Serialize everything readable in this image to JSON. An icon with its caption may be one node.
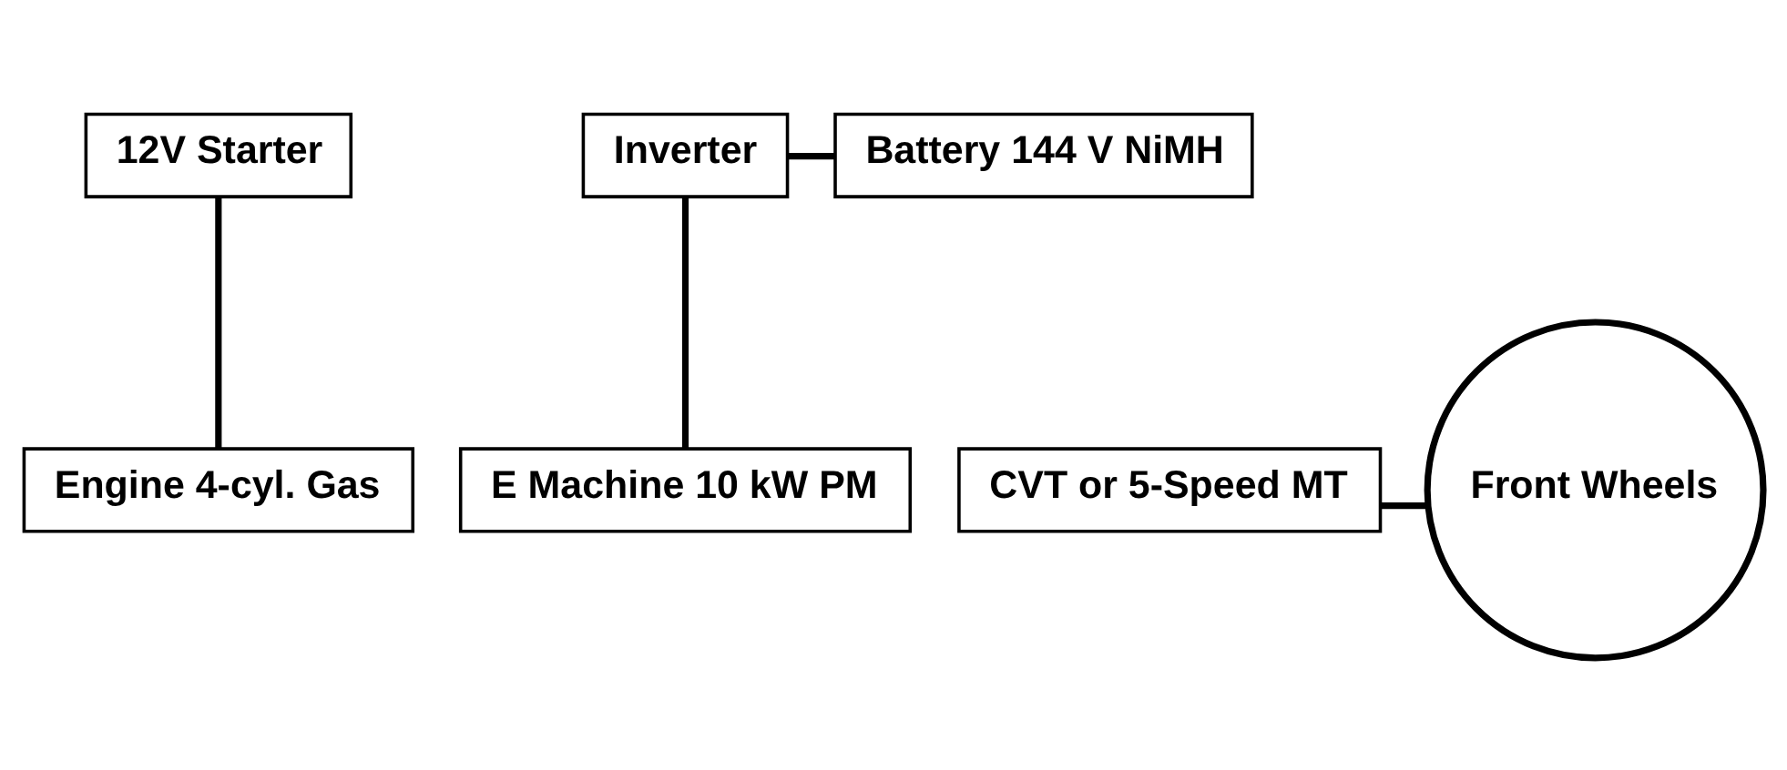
{
  "diagram": {
    "nodes": [
      {
        "text": [
          "12V Starter"
        ]
      },
      {
        "text": [
          "Inverter"
        ]
      },
      {
        "text": [
          "Battery 144 V NiMH"
        ]
      },
      {
        "text": [
          "Engine 4-cyl. Gas"
        ]
      },
      {
        "text": [
          "E Machine 10 kW PM"
        ]
      },
      {
        "text": [
          "CVT or 5-Speed MT"
        ]
      },
      {
        "text": [
          "Front Wheels"
        ]
      }
    ],
    "edges": [
      {
        "from": 0,
        "to": 3,
        "arrow": "none"
      },
      {
        "from": 1,
        "to": 2,
        "arrow": "none"
      },
      {
        "from": 1,
        "to": 4,
        "arrow": "none"
      },
      {
        "from": 5,
        "to": 6,
        "arrow": "none"
      }
    ]
  }
}
